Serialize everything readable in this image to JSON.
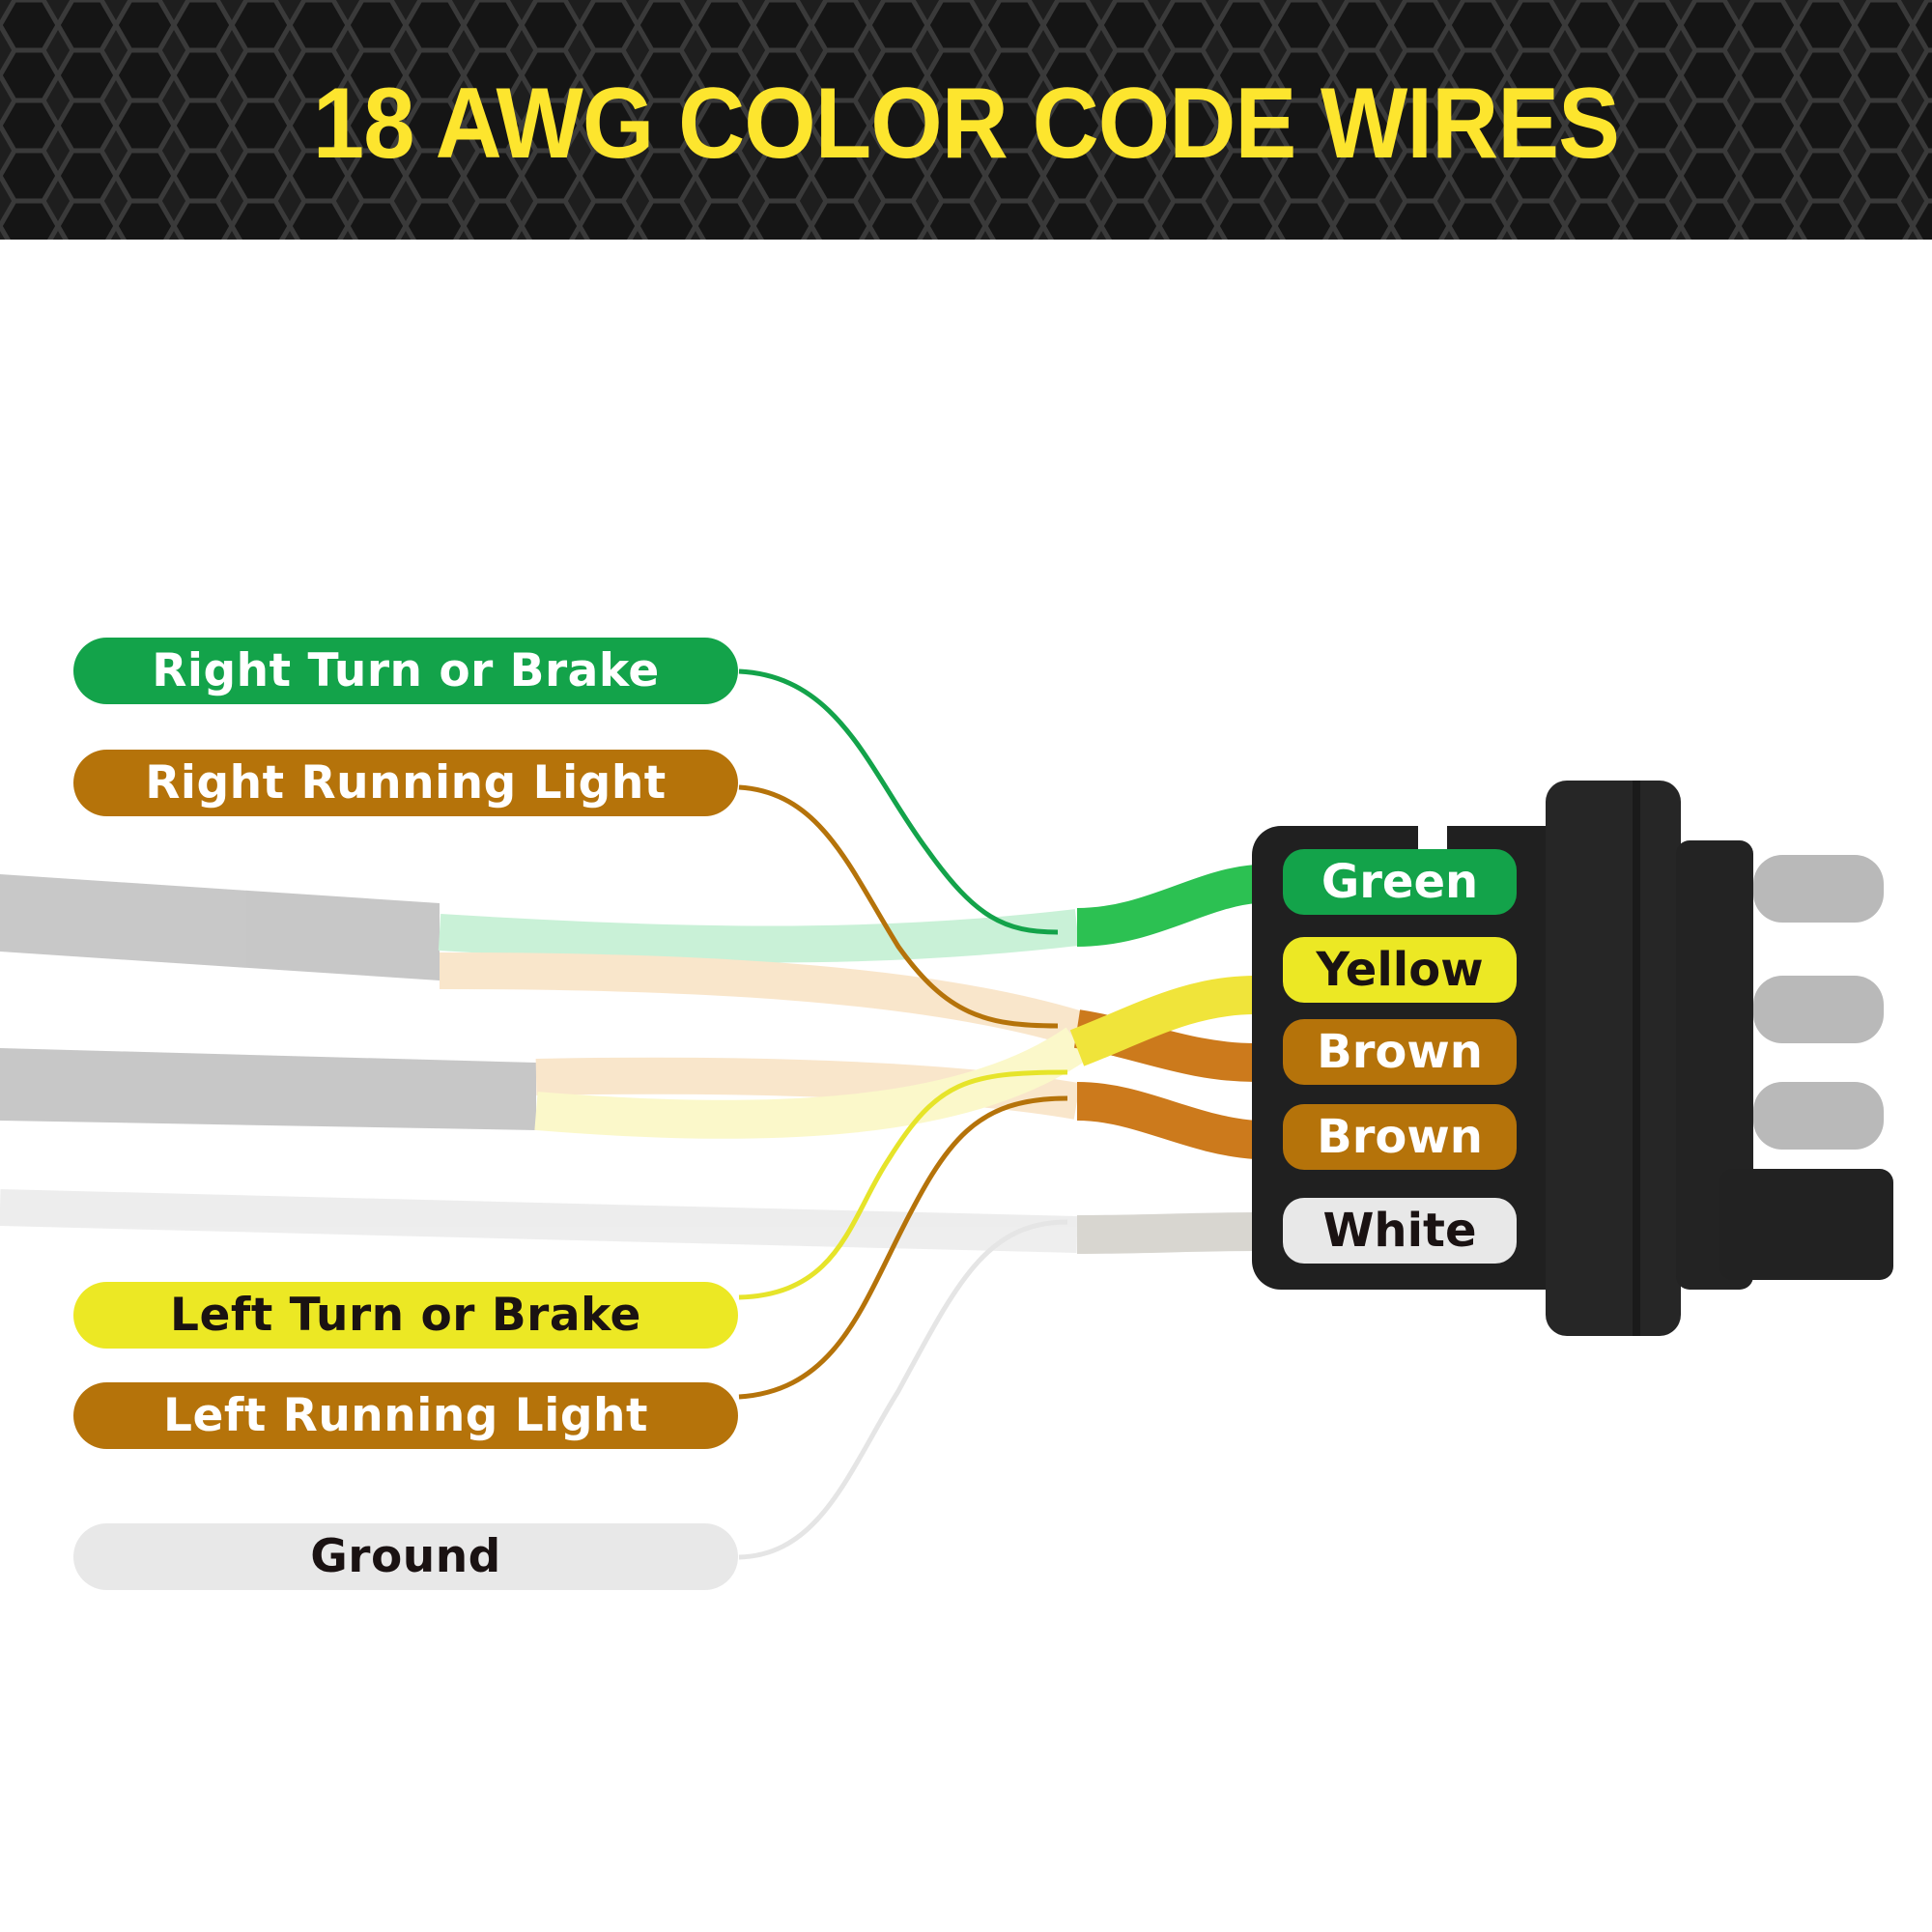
{
  "banner": {
    "title": "18 AWG COLOR CODE WIRES",
    "background": "#1e1e1e",
    "title_color": "#fde52e"
  },
  "functions": [
    {
      "label": "Right Turn or Brake",
      "bg": "#13a34a",
      "fg": "#ffffff",
      "wire": "#13a34a",
      "connects_to": "Green"
    },
    {
      "label": "Right Running Light",
      "bg": "#b5730a",
      "fg": "#ffffff",
      "wire": "#b5730a",
      "connects_to": "Brown"
    },
    {
      "label": "Left Turn or Brake",
      "bg": "#ece824",
      "fg": "#1a1212",
      "wire": "#e6e42a",
      "connects_to": "Yellow"
    },
    {
      "label": "Left Running Light",
      "bg": "#b5730a",
      "fg": "#ffffff",
      "wire": "#b5730a",
      "connects_to": "Brown"
    },
    {
      "label": "Ground",
      "bg": "#e8e8e8",
      "fg": "#1a1212",
      "wire": "#e5e5e5",
      "connects_to": "White"
    }
  ],
  "connector_pins": [
    {
      "label": "Green",
      "bg": "#13a34a",
      "fg": "#ffffff"
    },
    {
      "label": "Yellow",
      "bg": "#ece824",
      "fg": "#1a1212"
    },
    {
      "label": "Brown",
      "bg": "#b5730a",
      "fg": "#ffffff"
    },
    {
      "label": "Brown",
      "bg": "#b5730a",
      "fg": "#ffffff"
    },
    {
      "label": "White",
      "bg": "#e8e8e8",
      "fg": "#1a1212"
    }
  ]
}
